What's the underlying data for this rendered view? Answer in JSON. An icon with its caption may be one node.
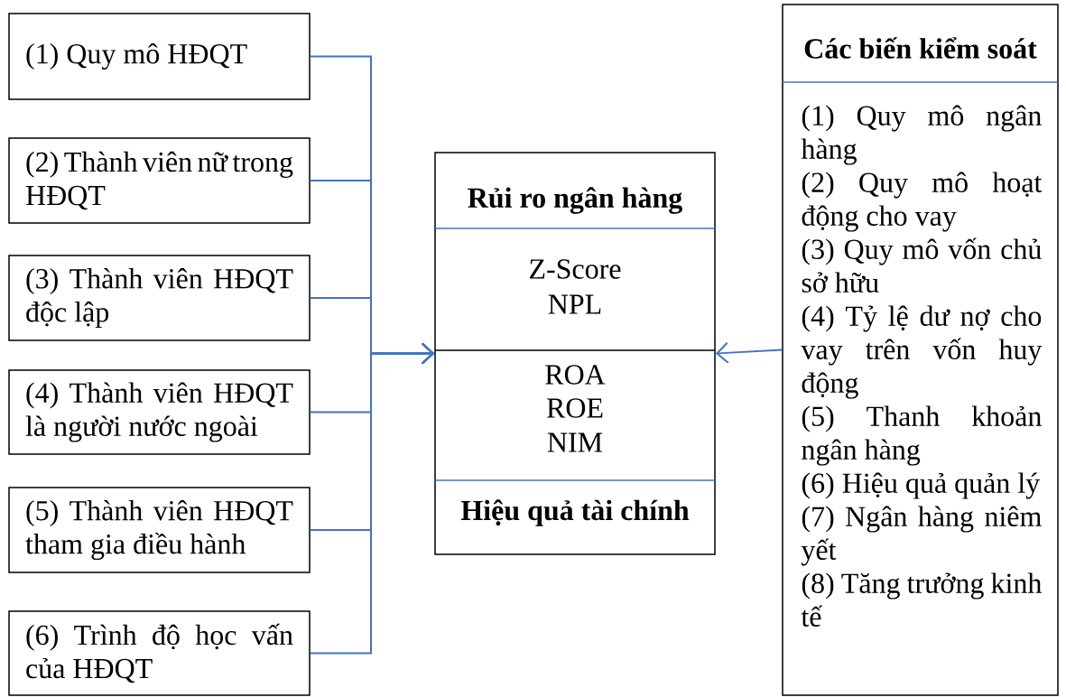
{
  "diagram": {
    "nodes": [
      {
        "text": [
          "(1) Quy mô HĐQT"
        ]
      },
      {
        "text": [
          "(2) Thành viên nữ trong HĐQT"
        ]
      },
      {
        "text": [
          "(3) Thành viên HĐQT độc lập"
        ]
      },
      {
        "text": [
          "(4) Thành viên HĐQT là người nước ngoài"
        ]
      },
      {
        "text": [
          "(5) Thành viên HĐQT tham gia điều hành"
        ]
      },
      {
        "text": [
          "(6) Trình độ học vấn của HĐQT"
        ]
      },
      {
        "text": [
          "Rủi ro ngân hàng",
          "Z-Score",
          "NPL",
          "ROA",
          "ROE",
          "NIM",
          "Hiệu quả tài chính"
        ]
      },
      {
        "text": [
          "Các biến kiểm soát",
          "(1) Quy mô ngân hàng",
          "(2) Quy mô hoạt động cho vay",
          "(3) Quy mô vốn chủ sở hữu",
          "(4) Tỷ lệ dư nợ cho vay trên vốn huy động",
          "(5) Thanh khoản ngân hàng",
          "(6) Hiệu quả quản lý",
          "(7) Ngân hàng niêm yết",
          "(8) Tăng trưởng kinh tế"
        ]
      }
    ],
    "edges": [
      {
        "from": 0,
        "to": 6,
        "arrow": "to"
      },
      {
        "from": 1,
        "to": 6,
        "arrow": "to"
      },
      {
        "from": 2,
        "to": 6,
        "arrow": "to"
      },
      {
        "from": 3,
        "to": 6,
        "arrow": "to"
      },
      {
        "from": 4,
        "to": 6,
        "arrow": "to"
      },
      {
        "from": 5,
        "to": 6,
        "arrow": "to"
      },
      {
        "from": 7,
        "to": 6,
        "arrow": "to"
      }
    ]
  }
}
